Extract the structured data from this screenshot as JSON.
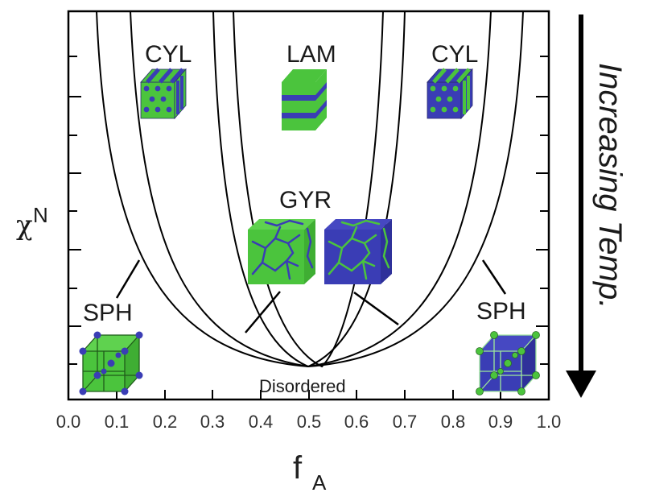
{
  "colors": {
    "green": "#4bc43d",
    "blue": "#3a3db5",
    "line": "#000000"
  },
  "axes": {
    "x_label_main": "f",
    "x_label_sub": "A",
    "y_label_main": "χ",
    "y_label_sup": "N",
    "x_ticks": [
      "0.0",
      "0.1",
      "0.2",
      "0.3",
      "0.4",
      "0.5",
      "0.6",
      "0.7",
      "0.8",
      "0.9",
      "1.0"
    ]
  },
  "regions": {
    "cyl_left": "CYL",
    "lam": "LAM",
    "cyl_right": "CYL",
    "gyr": "GYR",
    "sph_left": "SPH",
    "sph_right": "SPH",
    "disordered": "Disordered"
  },
  "side": {
    "label": "Increasing Temp."
  },
  "icons": {
    "cyl_left": "cylinder-morphology-cube-icon",
    "lam": "lamellar-morphology-cube-icon",
    "cyl_right": "cylinder-morphology-cube-icon",
    "gyr_left": "gyroid-morphology-cube-icon",
    "gyr_right": "gyroid-morphology-cube-icon",
    "sph_left": "sphere-morphology-cube-icon",
    "sph_right": "sphere-morphology-cube-icon",
    "arrow": "down-arrow-icon"
  }
}
